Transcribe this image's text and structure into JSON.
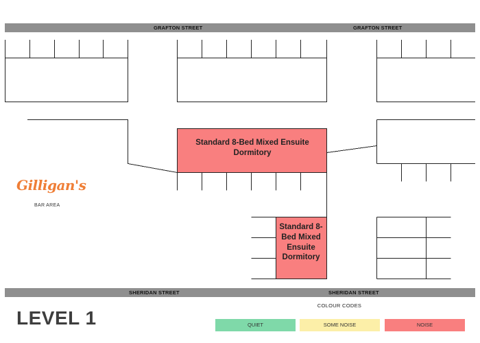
{
  "streets": {
    "top_left": "GRAFTON STREET",
    "top_right": "GRAFTON STREET",
    "bottom_left": "SHERIDAN STREET",
    "bottom_right": "SHERIDAN STREET"
  },
  "rooms": [
    {
      "label": "Standard 8-Bed Mixed Ensuite Dormitory",
      "category": "noise"
    },
    {
      "label": "Standard 8-Bed Mixed Ensuite Dormitory",
      "category": "noise"
    }
  ],
  "logo": {
    "text": "Gilligan's",
    "caption": "BAR AREA"
  },
  "level": "LEVEL 1",
  "legend": {
    "title": "COLOUR CODES",
    "items": [
      {
        "label": "QUIET",
        "color": "#7fd9a9"
      },
      {
        "label": "SOME NOISE",
        "color": "#fcefa8"
      },
      {
        "label": "NOISE",
        "color": "#f97f7f"
      }
    ]
  },
  "colors": {
    "street": "#8f8f8f",
    "noise_room": "#f97f7f",
    "logo": "#ef7e36"
  }
}
